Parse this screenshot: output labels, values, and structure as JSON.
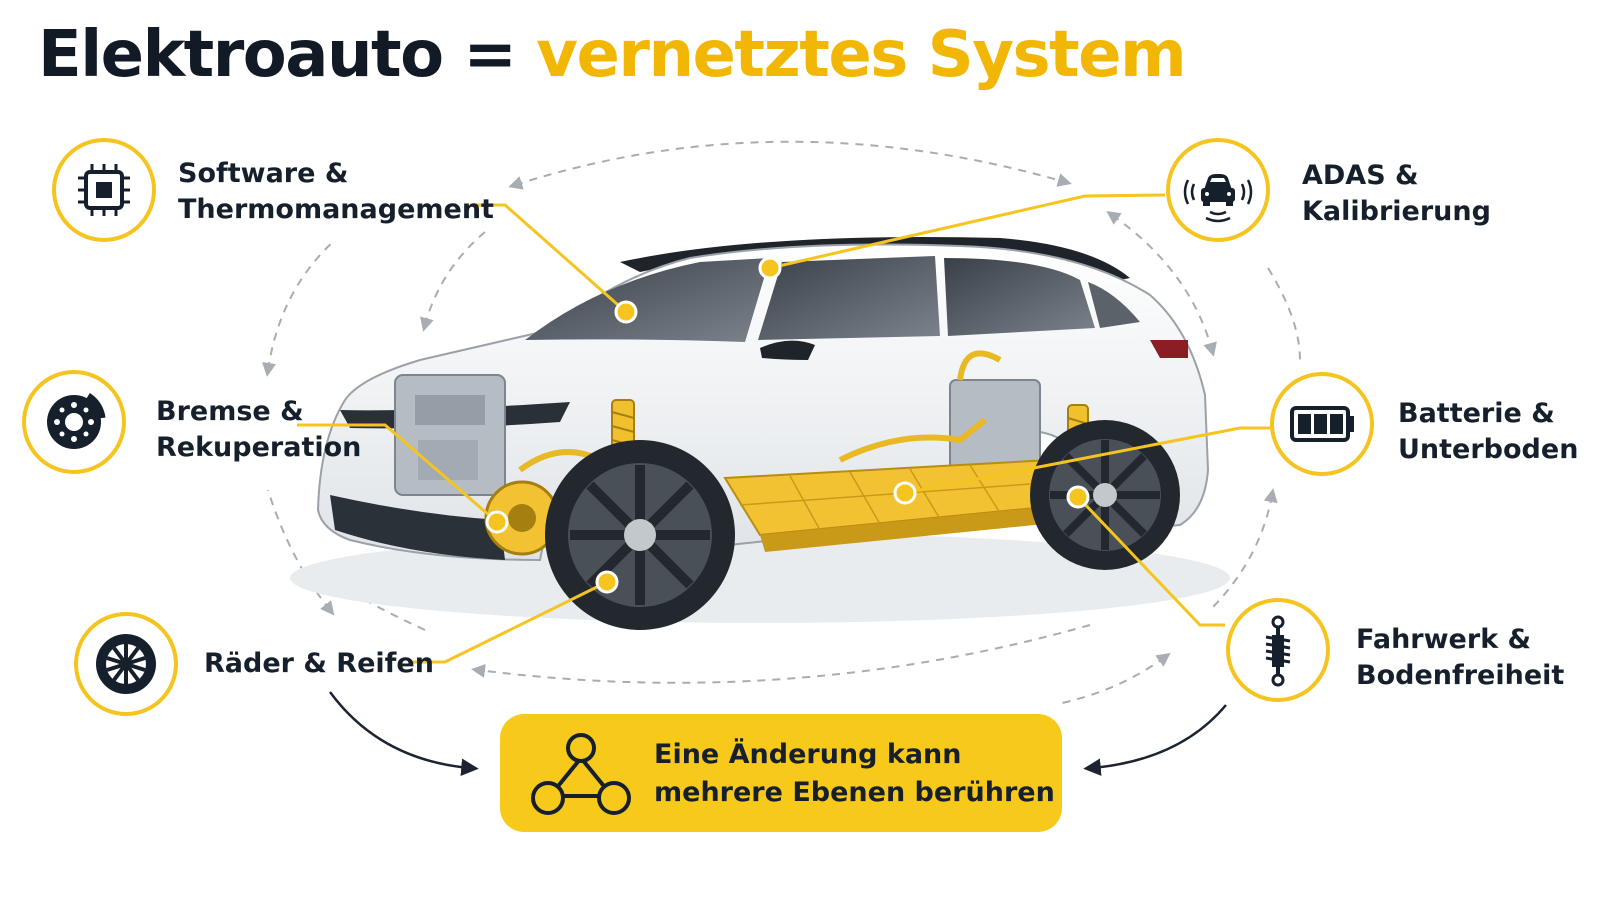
{
  "title": {
    "part1": "Elektroauto = ",
    "part2": "vernetztes System"
  },
  "components": {
    "software": {
      "line1": "Software &",
      "line2": "Thermomanagement",
      "icon": "chip-icon"
    },
    "brake": {
      "line1": "Bremse &",
      "line2": "Rekuperation",
      "icon": "brake-disc-icon"
    },
    "wheels": {
      "line1": "Räder & Reifen",
      "icon": "wheel-icon"
    },
    "adas": {
      "line1": "ADAS &",
      "line2": "Kalibrierung",
      "icon": "car-sensor-icon"
    },
    "battery": {
      "line1": "Batterie &",
      "line2": "Unterboden",
      "icon": "battery-icon"
    },
    "suspension": {
      "line1": "Fahrwerk &",
      "line2": "Bodenfreiheit",
      "icon": "shock-absorber-icon"
    }
  },
  "callout": {
    "line1": "Eine Änderung kann",
    "line2": "mehrere Ebenen berühren",
    "icon": "network-triangle-icon"
  },
  "colors": {
    "accent": "#f5c41f",
    "dark": "#16202c",
    "callout_bg": "#f7c91a",
    "battery": "#f2c233"
  }
}
